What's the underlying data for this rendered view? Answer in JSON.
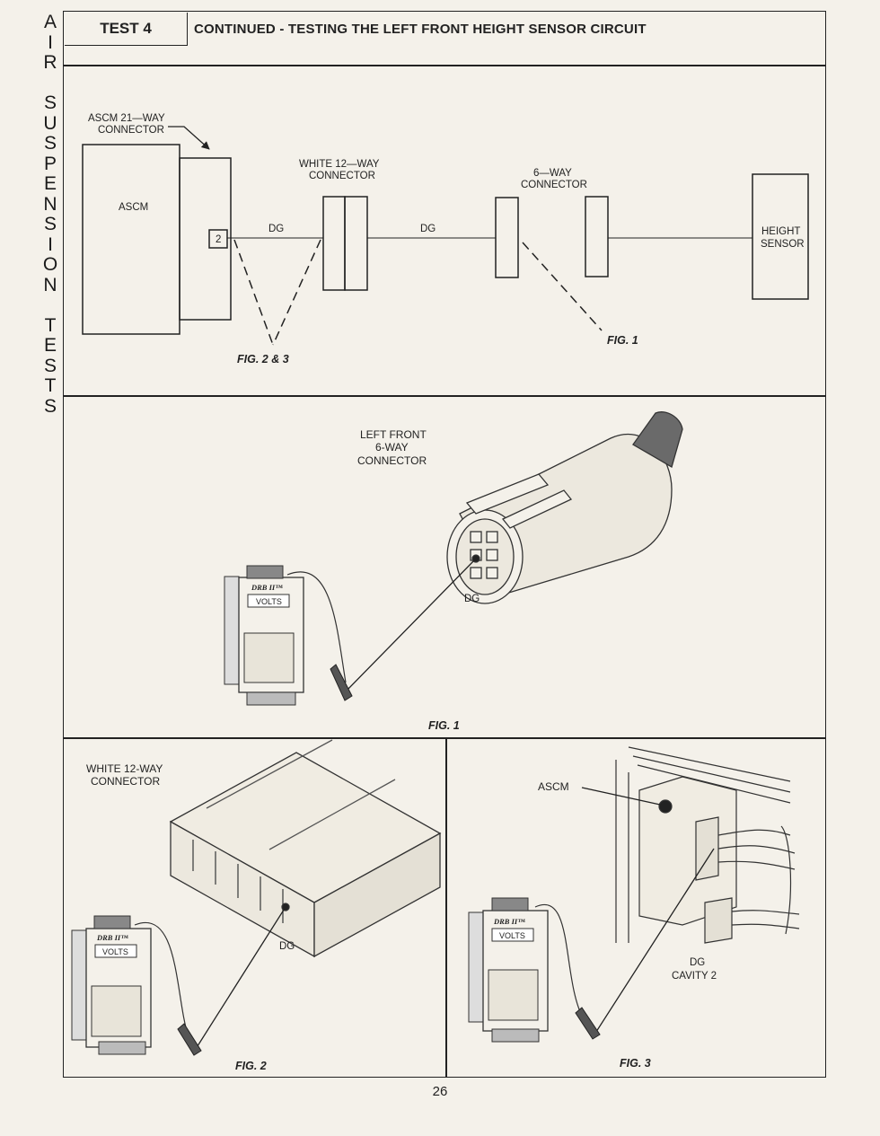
{
  "side_tab": [
    "A",
    "I",
    "R",
    "",
    "S",
    "U",
    "S",
    "P",
    "E",
    "N",
    "S",
    "I",
    "O",
    "N",
    "",
    "T",
    "E",
    "S",
    "T",
    "S"
  ],
  "header": {
    "test_label": "TEST 4",
    "title": "CONTINUED - TESTING THE LEFT FRONT HEIGHT SENSOR CIRCUIT"
  },
  "schematic": {
    "ascm_connector_label_1": "ASCM 21—WAY",
    "ascm_connector_label_2": "CONNECTOR",
    "ascm_label": "ASCM",
    "pin_number": "2",
    "wire_1": "DG",
    "white_connector_label_1": "WHITE 12—WAY",
    "white_connector_label_2": "CONNECTOR",
    "wire_2": "DG",
    "six_way_label_1": "6—WAY",
    "six_way_label_2": "CONNECTOR",
    "height_sensor_1": "HEIGHT",
    "height_sensor_2": "SENSOR",
    "fig_left": "FIG. 2 & 3",
    "fig_right": "FIG. 1"
  },
  "fig1": {
    "label_1": "LEFT FRONT",
    "label_2": "6-WAY",
    "label_3": "CONNECTOR",
    "wire": "DG",
    "caption": "FIG. 1"
  },
  "fig2": {
    "label_1": "WHITE 12-WAY",
    "label_2": "CONNECTOR",
    "wire": "DG",
    "caption": "FIG. 2"
  },
  "fig3": {
    "ascm": "ASCM",
    "wire": "DG",
    "cavity": "CAVITY 2",
    "caption": "FIG. 3"
  },
  "tester": {
    "brand": "DRB II™",
    "display": "VOLTS"
  },
  "page_number": "26"
}
